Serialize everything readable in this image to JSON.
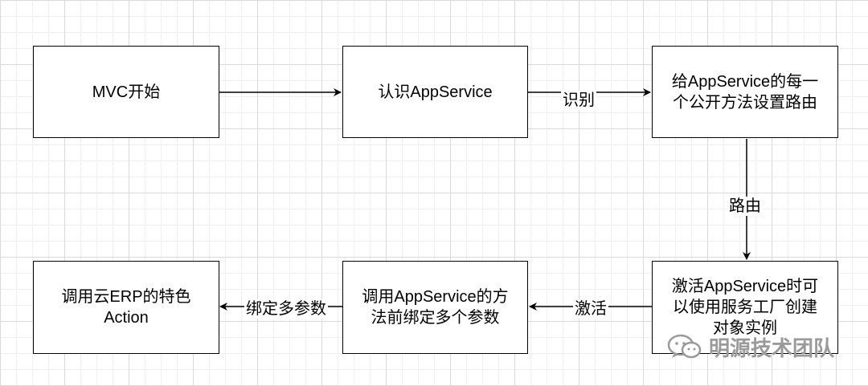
{
  "nodes": {
    "mvc_start": "MVC开始",
    "recognize": "认识AppService",
    "set_route": "给AppService的每一\n个公开方法设置路由",
    "activate": "激活AppService时可\n以使用服务工厂创建\n对象实例",
    "bind_params": "调用AppService的方\n法前绑定多个参数",
    "cloud_erp": "调用云ERP的特色\nAction"
  },
  "edges": {
    "recognize_to_route": "识别",
    "route_down": "路由",
    "activate_left": "激活",
    "bind_left": "绑定多参数"
  },
  "watermark": {
    "text": "明源技术团队",
    "icon": "wechat-icon",
    "color": "#9a9a9a"
  }
}
